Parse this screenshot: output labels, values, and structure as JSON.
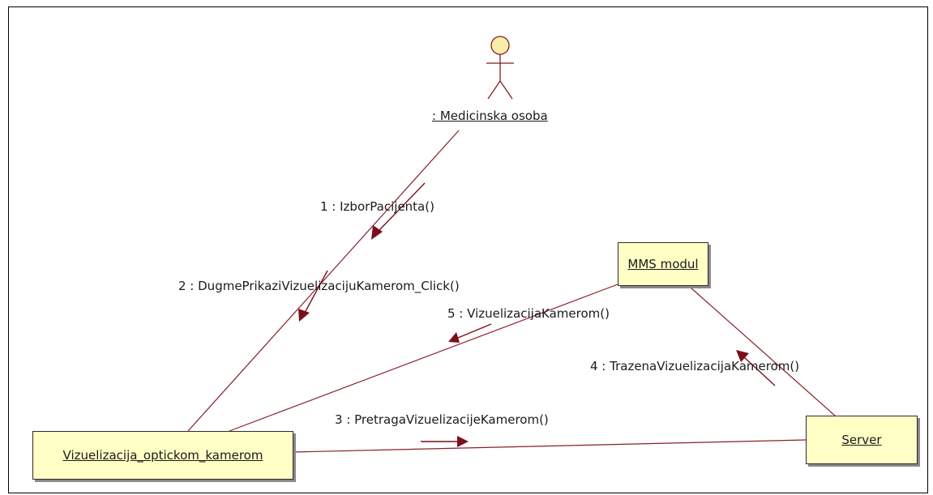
{
  "diagram": {
    "actor": {
      "name": ": Medicinska osoba"
    },
    "objects": {
      "mms": {
        "label": "MMS modul"
      },
      "server": {
        "label": "Server"
      },
      "vizualizacija": {
        "label": "Vizuelizacija_optickom_kamerom"
      }
    },
    "messages": [
      {
        "label": "1 : IzborPacijenta()"
      },
      {
        "label": "2 : DugmePrikaziVizuelizacijuKamerom_Click()"
      },
      {
        "label": "3 : PretragaVizuelizacijeKamerom()"
      },
      {
        "label": "4 : TrazenaVizuelizacijaKamerom()"
      },
      {
        "label": "5 : VizuelizacijaKamerom()"
      }
    ]
  },
  "colors": {
    "link": "#8a1f2a",
    "arrow": "#7a0f1a",
    "object_fill": "#ffffc6",
    "actor_head": "#f7eeaa",
    "actor_stroke": "#8b1a1a",
    "frame": "#000000"
  }
}
